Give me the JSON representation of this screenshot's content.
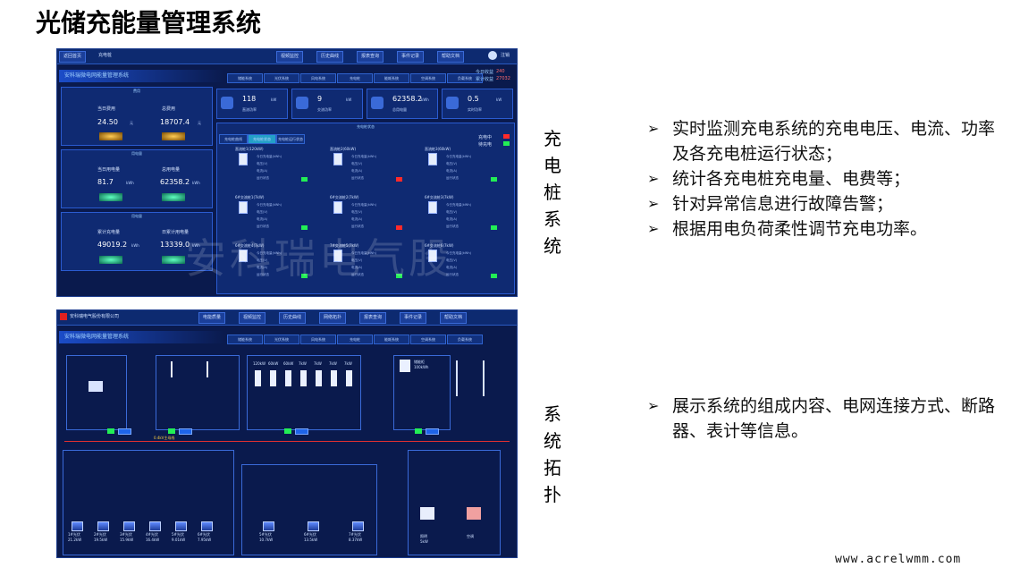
{
  "slide": {
    "title": "光储充能量管理系统",
    "footer_url": "www.acrelwmm.com"
  },
  "section_top": {
    "label": "充电桩系统",
    "bullets": [
      "实时监测充电系统的充电电压、电流、功率及各充电桩运行状态；",
      "统计各充电桩充电量、电费等；",
      "针对异常信息进行故障告警；",
      "根据用电负荷柔性调节充电功率。"
    ]
  },
  "section_bottom": {
    "label": "系统拓扑",
    "bullets": [
      "展示系统的组成内容、电网连接方式、断路器、表计等信息。"
    ]
  },
  "screen_top": {
    "topbar": {
      "back": "返回首页",
      "page": "充电桩",
      "btn1": "视频监控",
      "btn2": "历史曲线",
      "btn3": "报表查询",
      "btn4": "事件记录",
      "btn5": "帮助文档",
      "user": "注销"
    },
    "banner": "安科瑞微电网能量管理系统",
    "nav_tabs": [
      "储能系统",
      "光伏系统",
      "风电系统",
      "充电桩",
      "能耗系统",
      "空调系统",
      "负载系统"
    ],
    "today_income_label": "今日收益",
    "today_income": "240",
    "total_income_label": "累计收益",
    "total_income": "27032",
    "fee": {
      "title": "费用",
      "today_label": "当日费用",
      "total_label": "总费用",
      "today": "24.50",
      "total": "18707.4",
      "unit": "元"
    },
    "energy": {
      "title": "用电量",
      "today_label": "当日用电量",
      "total_label": "总用电量",
      "today": "81.7",
      "total": "62358.2",
      "unit": "kWh"
    },
    "usage": {
      "title": "用电量",
      "today_label": "累计充电量",
      "total_label": "日累计用电量",
      "today": "49019.2",
      "total": "13339.0",
      "unit": "kWh"
    },
    "kpis": [
      {
        "value": "118",
        "unit": "kW",
        "label": "直流功率"
      },
      {
        "value": "9",
        "unit": "kW",
        "label": "交流功率"
      },
      {
        "value": "62358.2",
        "unit": "kWh",
        "label": "总用电量"
      },
      {
        "value": "0.5",
        "unit": "kW",
        "label": "实时功率"
      }
    ],
    "status_title": "充电桩状态",
    "sub_tabs": [
      "充电桩曲线",
      "充电桩状态",
      "充电桩运行状态"
    ],
    "legend": {
      "charging": "充电中",
      "idle": "待充电"
    },
    "chargers": [
      {
        "name": "直流桩1(120kW)",
        "status": "green"
      },
      {
        "name": "直流桩2(60kW)",
        "status": "red"
      },
      {
        "name": "直流桩3(60kW)",
        "status": "green"
      },
      {
        "name": "6#交流桩1(7kW)",
        "status": "green"
      },
      {
        "name": "6#交流桩2(7kW)",
        "status": "red"
      },
      {
        "name": "6#交流桩3(7kW)",
        "status": "green"
      },
      {
        "name": "6#交流桩4(7kW)",
        "status": "green"
      },
      {
        "name": "7#交流桩5(7kW)",
        "status": "green"
      },
      {
        "name": "6#交流桩6(7kW)",
        "status": "green"
      }
    ],
    "charger_lines": [
      "今日充电量(kWh)",
      "电压(V)",
      "电流(A)",
      "运行状态"
    ],
    "watermark": "安科瑞电气股"
  },
  "screen_bottom": {
    "topbar": {
      "company": "安科瑞电气股份有限公司",
      "btn0": "电能质量",
      "btn1": "视频监控",
      "btn2": "历史曲线",
      "btn3": "网络拓扑",
      "btn4": "报表查询",
      "btn5": "事件记录",
      "btn6": "帮助文档"
    },
    "banner": "安科瑞微电网能量管理系统",
    "nav_tabs": [
      "储能系统",
      "光伏系统",
      "风电系统",
      "充电桩",
      "能耗系统",
      "空调系统",
      "负载系统"
    ],
    "bus_label": "0.4kV主母线",
    "charger_ratings": [
      "120kW",
      "60kW",
      "60kW",
      "7kW",
      "7kW",
      "7kW",
      "7kW"
    ],
    "storage": {
      "label": "储能柜",
      "capacity": "100kWh"
    },
    "pv_groups": [
      {
        "name": "1#光伏",
        "value": "21.2kW"
      },
      {
        "name": "2#光伏",
        "value": "19.5kW"
      },
      {
        "name": "3#光伏",
        "value": "15.9kW"
      },
      {
        "name": "4#光伏",
        "value": "16.4kW"
      },
      {
        "name": "5#光伏",
        "value": "9.01kW"
      },
      {
        "name": "6#光伏",
        "value": "7.95kW"
      },
      {
        "name": "5#光伏",
        "value": "10.7kW"
      },
      {
        "name": "6#光伏",
        "value": "13.5kW"
      },
      {
        "name": "7#光伏",
        "value": "8.37kW"
      }
    ],
    "loads": [
      {
        "name": "照明",
        "value": "5kW"
      },
      {
        "name": "空调",
        "value": ""
      }
    ]
  }
}
